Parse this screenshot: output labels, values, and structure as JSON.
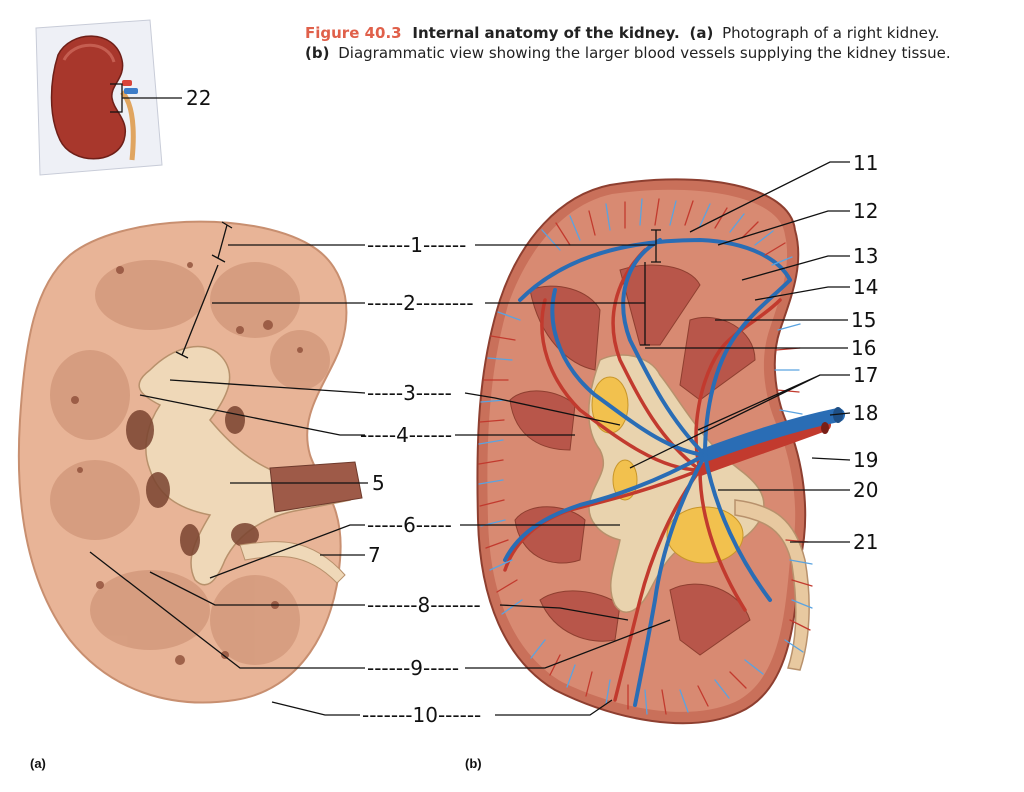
{
  "caption": {
    "figure": "Figure 40.3",
    "title": "Internal anatomy of the kidney.",
    "part_a_tag": "(a)",
    "part_a_text": "Photograph of a right kidney.",
    "part_b_tag": "(b)",
    "part_b_text": "Diagrammatic view showing the larger blood vessels supplying the kidney tissue."
  },
  "panel_labels": {
    "a": "(a)",
    "b": "(b)"
  },
  "labels": {
    "l1": "------1------",
    "l2": "-----2--------",
    "l3": "-----3-----",
    "l4": "-----4------",
    "l5": "5",
    "l6": "-----6-----",
    "l7": "7",
    "l8": "-------8-------",
    "l9": "------9-----",
    "l10": "-------10------",
    "l11": "11",
    "l12": "12",
    "l13": "13",
    "l14": "14",
    "l15": "15",
    "l16": "16",
    "l17": "17",
    "l18": "18",
    "l19": "19",
    "l20": "20",
    "l21": "21",
    "l22": "22"
  },
  "colors": {
    "photo_tissue": "#e8b497",
    "photo_dark": "#9a5a40",
    "cortex": "#c9705a",
    "pyramid": "#b8564a",
    "pelvis": "#e9d3ae",
    "artery": "#c23a2e",
    "vein": "#2a6db5",
    "fat": "#f2c14e",
    "caption_accent": "#e0604a"
  }
}
